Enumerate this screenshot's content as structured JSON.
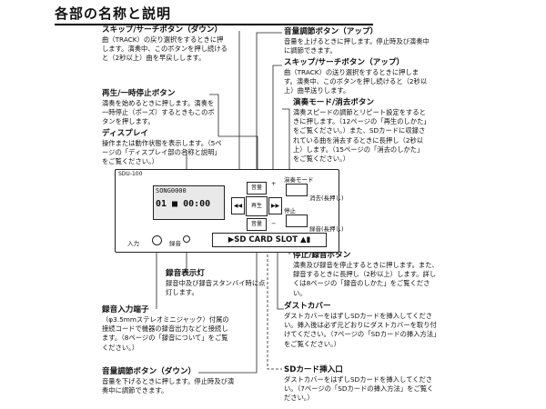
{
  "page": {
    "heading": "各部の名称と説明"
  },
  "device": {
    "model": "SDU-100",
    "lcd_line1": "SONG0000",
    "lcd_line2": "01 ■ 00:00",
    "key_up": "音量",
    "key_center": "再生",
    "key_down": "音量",
    "key_plus": "+",
    "key_minus": "−",
    "mode_label": "演奏モード",
    "delete_label": "消去(長押し)",
    "stop_label": "停止",
    "rec_label": "録音(長押し)",
    "slot_label": "▶SD CARD SLOT ▲▮",
    "input_label": "入力",
    "rec_led_label": "録音"
  },
  "annotations": {
    "skip_back": {
      "title": "スキップ/サーチボタン（ダウン）",
      "body": "曲（TRACK）の戻り選択をするときに押します。演奏中、このボタンを押し続けると（2秒以上）曲を早戻しします。"
    },
    "play_pause": {
      "title": "再生/一時停止ボタン",
      "body": "演奏を始めるときに押します。演奏を一時停止（ポーズ）するときもこのボタンを押します。"
    },
    "display": {
      "title": "ディスプレイ",
      "body": "操作または動作状態を表示します。（5ページの「ディスプレイ部の名称と説明」をご覧ください。）"
    },
    "vol_up": {
      "title": "音量調節ボタン（アップ）",
      "body": "音量を上げるときに押します。停止時及び演奏中に調節できます。"
    },
    "skip_fwd": {
      "title": "スキップ/サーチボタン（アップ）",
      "body": "曲（TRACK）の送り選択をするときに押します。演奏中、このボタンを押し続けると（2秒以上）曲早送りします。"
    },
    "mode_delete": {
      "title": "演奏モード/消去ボタン",
      "body": "演奏スピードの調節とリピート設定をするときに押します。（12ページの「再生のしかた」をご覧ください。）また、SDカードに収録されている曲を消去するときに長押し（2秒以上）します。（15ページの「消去のしかた」をご覧ください。）"
    },
    "rec_led": {
      "title": "録音表示灯",
      "body": "録音中及び録音スタンバイ時に点灯します。"
    },
    "rec_input": {
      "title": "録音入力端子",
      "body": "（φ3.5mmステレオミニジャック）付属の接続コードで機器の録音出力などと接続します。（8ページの「録音について」をご覧ください。）"
    },
    "stop_rec": {
      "title": "停止/録音ボタン",
      "body": "演奏及び録音を停止するときに押します。また、録音するときに長押し（2秒以上）します。詳しくは8ページの「録音のしかた」をご覧ください。"
    },
    "dust_cover": {
      "title": "ダストカバー",
      "body": "ダストカバーをはずしSDカードを挿入してください。挿入後は必ず元どおりにダストカバーを取り付けてください。（7ページの「SDカードの挿入方法」をご覧ください。）"
    },
    "vol_down": {
      "title": "音量調節ボタン（ダウン）",
      "body": "音量を下げるときに押します。停止時及び演奏中に調節できます。"
    },
    "sd_slot": {
      "title": "SDカード挿入口",
      "body": "ダストカバーをはずしSDカードを挿入してください。（7ページの「SDカードの挿入方法」をご覧ください。）"
    }
  }
}
